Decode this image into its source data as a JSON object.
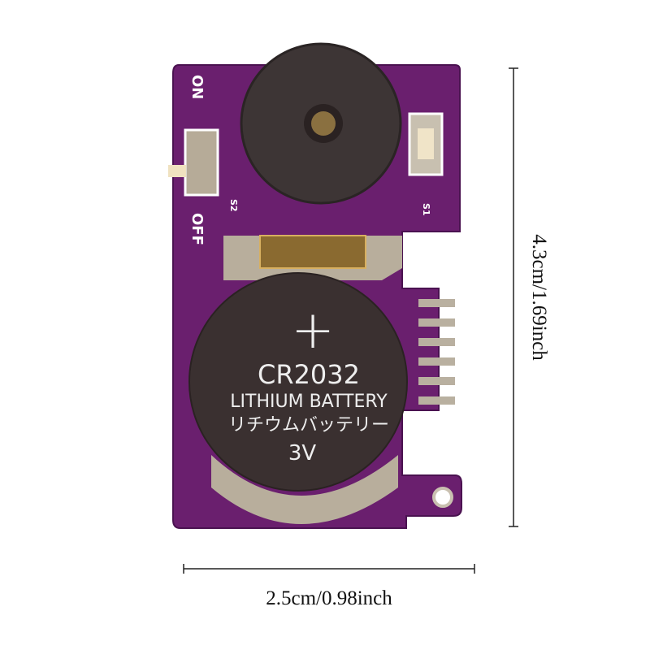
{
  "board": {
    "silkscreen": {
      "on": "ON",
      "off": "OFF",
      "switch": "S2",
      "button": "S1"
    },
    "pcb_color": "#6a1f6e"
  },
  "battery": {
    "model": "CR2032",
    "type": "LITHIUM BATTERY",
    "type_jp": "リチウムバッテリー",
    "voltage": "3V",
    "plus_symbol": "+"
  },
  "dimensions": {
    "height": "4.3cm/1.69inch",
    "width": "2.5cm/0.98inch"
  }
}
